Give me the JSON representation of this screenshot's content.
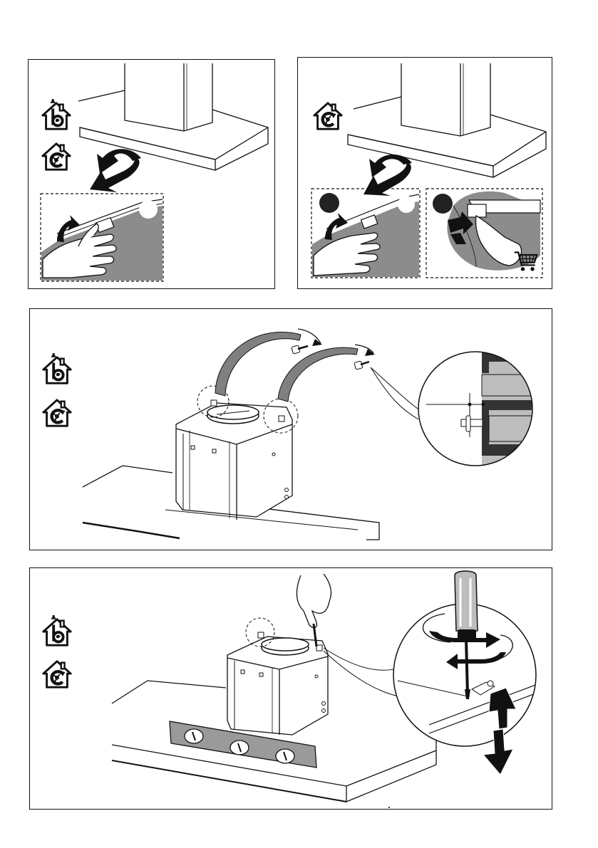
{
  "page": {
    "panels": [
      {
        "id": "filter-removal",
        "icons": [
          "ducted-exhaust-icon",
          "recirculation-icon"
        ]
      },
      {
        "id": "filter-replacement",
        "icons": [
          "recirculation-icon"
        ],
        "steps": [
          "step-1",
          "step-2"
        ]
      },
      {
        "id": "chimney-screws",
        "icons": [
          "ducted-exhaust-icon",
          "recirculation-icon"
        ]
      },
      {
        "id": "height-adjustment",
        "icons": [
          "ducted-exhaust-icon",
          "recirculation-icon"
        ]
      }
    ],
    "colors": {
      "line": "#111111",
      "filter_grey": "#8c8c8c",
      "arrow_grey": "#808080",
      "dark": "#222222",
      "white": "#ffffff"
    },
    "icons": {
      "ducted": "ducted-exhaust-icon",
      "recirc": "recirculation-icon",
      "cart": "shopping-cart-icon",
      "screw": "screw-icon",
      "screwdriver": "screwdriver-icon",
      "hand": "hand-icon",
      "arrow": "arrow-icon"
    }
  }
}
